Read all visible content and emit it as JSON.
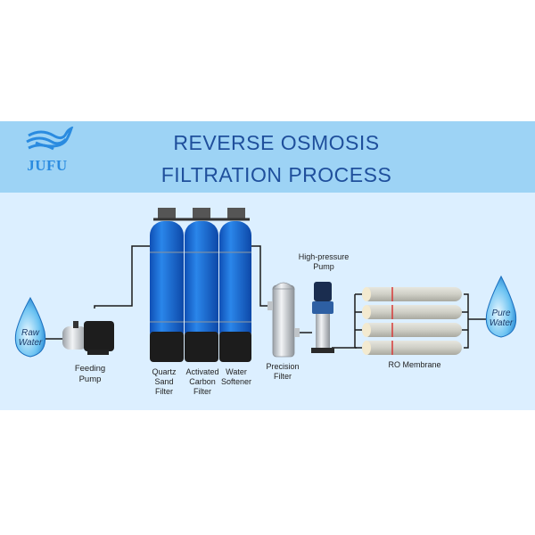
{
  "brand": {
    "name": "JUFU",
    "logo_icon": "whale-wave-icon"
  },
  "title": {
    "line1": "REVERSE OSMOSIS",
    "line2": "FILTRATION PROCESS"
  },
  "colors": {
    "banner": "#9dd3f5",
    "diagram_bg": "#dcefff",
    "title_text": "#1f4f9c",
    "tank_blue": "#1f6fd6",
    "logo": "#2a8be0"
  },
  "stages": [
    {
      "id": "raw-water",
      "label": "Raw Water",
      "icon": "water-drop-icon"
    },
    {
      "id": "feeding-pump",
      "label_lines": [
        "Feeding",
        "Pump"
      ],
      "icon": "horizontal-pump-icon"
    },
    {
      "id": "quartz-sand-filter",
      "label_lines": [
        "Quartz",
        "Sand",
        "Filter"
      ],
      "icon": "filter-tank-icon"
    },
    {
      "id": "activated-carbon-filter",
      "label_lines": [
        "Activated",
        "Carbon",
        "Filter"
      ],
      "icon": "filter-tank-icon"
    },
    {
      "id": "water-softener",
      "label_lines": [
        "Water",
        "Softener"
      ],
      "icon": "filter-tank-icon"
    },
    {
      "id": "precision-filter",
      "label_lines": [
        "Precision",
        "Filter"
      ],
      "icon": "cartridge-housing-icon"
    },
    {
      "id": "high-pressure-pump",
      "label_lines": [
        "High-pressure",
        "Pump"
      ],
      "icon": "vertical-pump-icon"
    },
    {
      "id": "ro-membrane",
      "label": "RO Membrane",
      "icon": "membrane-vessel-icon",
      "count": 4
    },
    {
      "id": "pure-water",
      "label": "Pure Water",
      "icon": "water-drop-icon"
    }
  ],
  "drops": {
    "raw": {
      "line1": "Raw",
      "line2": "Water"
    },
    "pure": {
      "line1": "Pure",
      "line2": "Water"
    }
  }
}
